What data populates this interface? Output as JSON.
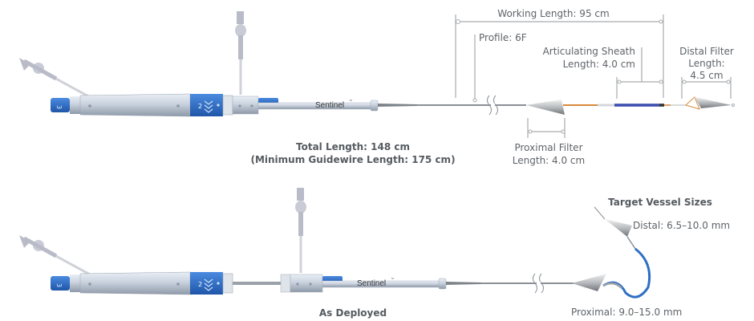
{
  "device": {
    "brand_label": "Sentinel",
    "trademark": "™",
    "collar_number": "2",
    "cap_number": "3"
  },
  "top_view": {
    "working_length": "Working Length: 95 cm",
    "profile": "Profile: 6F",
    "articulating_sheath": [
      "Articulating Sheath",
      "Length: 4.0 cm"
    ],
    "distal_filter": [
      "Distal Filter",
      "Length:",
      "4.5 cm"
    ],
    "proximal_filter": [
      "Proximal Filter",
      "Length: 4.0 cm"
    ],
    "total_length": [
      "Total Length: 148 cm",
      "(Minimum Guidewire Length: 175 cm)"
    ]
  },
  "bottom_view": {
    "caption": "As Deployed",
    "target_vessel_title": "Target Vessel Sizes",
    "distal_size": "Distal: 6.5–10.0 mm",
    "proximal_size": "Proximal: 9.0–15.0 mm"
  },
  "colors": {
    "blue": "#2f6fc4",
    "orange": "#d98a3c",
    "sheath_blue": "#3d4fb0",
    "dimension": "#a7aaad"
  }
}
